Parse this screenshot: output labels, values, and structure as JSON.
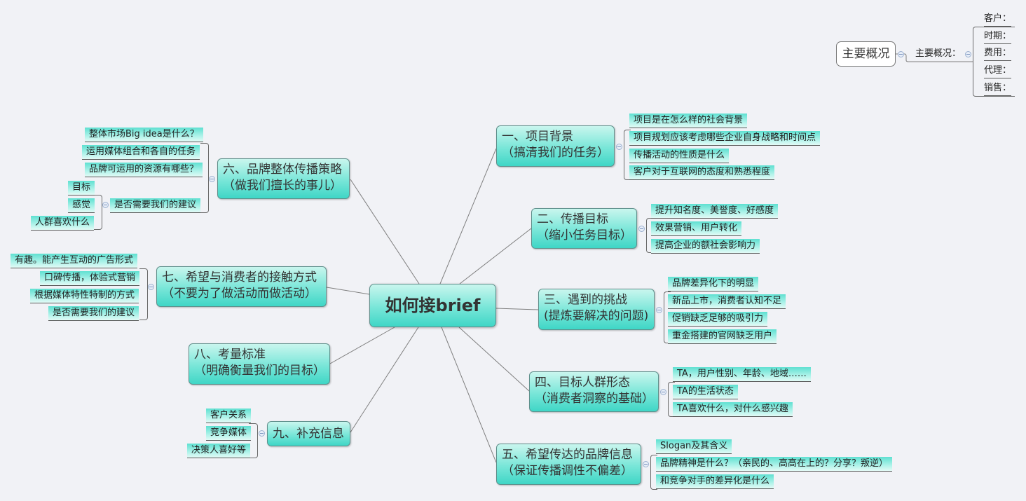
{
  "center": {
    "label": "如何接brief"
  },
  "overview": {
    "title": "主要概况",
    "sub_label": "主要概况：",
    "fields": [
      "客户：",
      "时期：",
      "费用：",
      "代理：",
      "销售："
    ]
  },
  "branches": [
    {
      "id": 1,
      "line1": "一、项目背景",
      "line2": "（搞清我们的任务）",
      "children": [
        "项目是在怎么样的社会背景",
        "项目规划应该考虑哪些企业自身战略和时间点",
        "传播活动的性质是什么",
        "客户对于互联网的态度和熟悉程度"
      ]
    },
    {
      "id": 2,
      "line1": "二、传播目标",
      "line2": "（缩小任务目标）",
      "children": [
        "提升知名度、美誉度、好感度",
        "效果营销、用户转化",
        "提高企业的额社会影响力"
      ]
    },
    {
      "id": 3,
      "line1": "三、遇到的挑战",
      "line2": "(提炼要解决的问题)",
      "children": [
        "品牌差异化下的明显",
        "新品上市，消费者认知不足",
        "促销缺乏足够的吸引力",
        "重金搭建的官网缺乏用户"
      ]
    },
    {
      "id": 4,
      "line1": "四、目标人群形态",
      "line2": "（消费者洞察的基础）",
      "children": [
        "TA，用户性别、年龄、地域……",
        "TA的生活状态",
        "TA喜欢什么，对什么感兴趣"
      ]
    },
    {
      "id": 5,
      "line1": "五、希望传达的品牌信息",
      "line2": "（保证传播调性不偏差）",
      "children": [
        "Slogan及其含义",
        "品牌精神是什么？（亲民的、高高在上的？分享？叛逆）",
        "和竞争对手的差异化是什么"
      ]
    },
    {
      "id": 6,
      "line1": "六、品牌整体传播策略",
      "line2": "（做我们擅长的事儿）",
      "children": [
        "整体市场Big idea是什么？",
        "运用媒体组合和各自的任务",
        "品牌可运用的资源有哪些？",
        "是否需要我们的建议"
      ],
      "sub_children": [
        "目标",
        "感觉",
        "人群喜欢什么"
      ]
    },
    {
      "id": 7,
      "line1": "七、希望与消费者的接触方式",
      "line2": "（不要为了做活动而做活动）",
      "children": [
        "有趣。能产生互动的广告形式",
        "口碑传播，体验式营销",
        "根据媒体特性特制的方式",
        "是否需要我们的建议"
      ]
    },
    {
      "id": 8,
      "line1": "八、考量标准",
      "line2": "（明确衡量我们的目标）",
      "children": []
    },
    {
      "id": 9,
      "line1": "九、补充信息",
      "line2": "",
      "children": [
        "客户关系",
        "竞争媒体",
        "决策人喜好等"
      ]
    }
  ],
  "colors": {
    "background": "#f1f2f6",
    "node_gradient_top": "#c9f6ee",
    "node_gradient_bottom": "#3fd6c6",
    "node_border": "#5f8f8b",
    "connector": "#7a7a7a"
  }
}
